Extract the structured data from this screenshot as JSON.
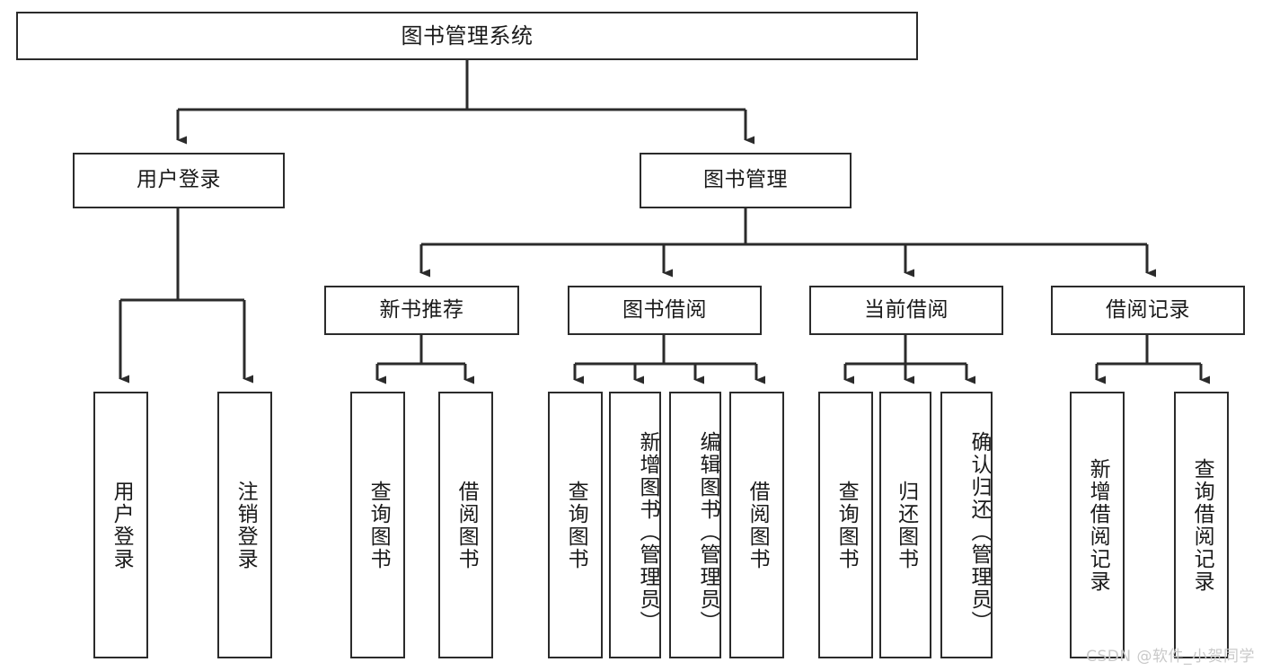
{
  "diagram": {
    "title": "图书管理系统",
    "type": "tree",
    "watermark": "CSDN @软件_小贺同学",
    "colors": {
      "stroke": "#2b2b2b",
      "fill": "#ffffff",
      "text": "#1a1a1a",
      "watermark": "#c9c9c9"
    },
    "levels": {
      "level1": [
        {
          "id": "root",
          "label": "图书管理系统",
          "orientation": "horizontal"
        }
      ],
      "level2": [
        {
          "id": "user-login",
          "label": "用户登录",
          "orientation": "horizontal"
        },
        {
          "id": "book-manage",
          "label": "图书管理",
          "orientation": "horizontal"
        }
      ],
      "level3": [
        {
          "id": "new-book-rec",
          "label": "新书推荐",
          "orientation": "horizontal",
          "parent": "book-manage"
        },
        {
          "id": "book-borrow",
          "label": "图书借阅",
          "orientation": "horizontal",
          "parent": "book-manage"
        },
        {
          "id": "current-borrow",
          "label": "当前借阅",
          "orientation": "horizontal",
          "parent": "book-manage"
        },
        {
          "id": "borrow-record",
          "label": "借阅记录",
          "orientation": "horizontal",
          "parent": "book-manage"
        }
      ],
      "leaves": [
        {
          "id": "leaf-user-login",
          "label": "用户登录",
          "orientation": "vertical",
          "parent": "user-login"
        },
        {
          "id": "leaf-user-logout",
          "label": "注销登录",
          "orientation": "vertical",
          "parent": "user-login"
        },
        {
          "id": "leaf-rec-query",
          "label": "查询图书",
          "orientation": "vertical",
          "parent": "new-book-rec"
        },
        {
          "id": "leaf-rec-borrow",
          "label": "借阅图书",
          "orientation": "vertical",
          "parent": "new-book-rec"
        },
        {
          "id": "leaf-borrow-query",
          "label": "查询图书",
          "orientation": "vertical",
          "parent": "book-borrow"
        },
        {
          "id": "leaf-borrow-add",
          "label": "新增图书（管理员）",
          "orientation": "vertical",
          "parent": "book-borrow"
        },
        {
          "id": "leaf-borrow-edit",
          "label": "编辑图书（管理员）",
          "orientation": "vertical",
          "parent": "book-borrow"
        },
        {
          "id": "leaf-borrow-lend",
          "label": "借阅图书",
          "orientation": "vertical",
          "parent": "book-borrow"
        },
        {
          "id": "leaf-current-query",
          "label": "查询图书",
          "orientation": "vertical",
          "parent": "current-borrow"
        },
        {
          "id": "leaf-current-return",
          "label": "归还图书",
          "orientation": "vertical",
          "parent": "current-borrow"
        },
        {
          "id": "leaf-current-confirm",
          "label": "确认归还（管理员）",
          "orientation": "vertical",
          "parent": "current-borrow"
        },
        {
          "id": "leaf-record-add",
          "label": "新增借阅记录",
          "orientation": "vertical",
          "parent": "borrow-record"
        },
        {
          "id": "leaf-record-query",
          "label": "查询借阅记录",
          "orientation": "vertical",
          "parent": "borrow-record"
        }
      ]
    }
  }
}
